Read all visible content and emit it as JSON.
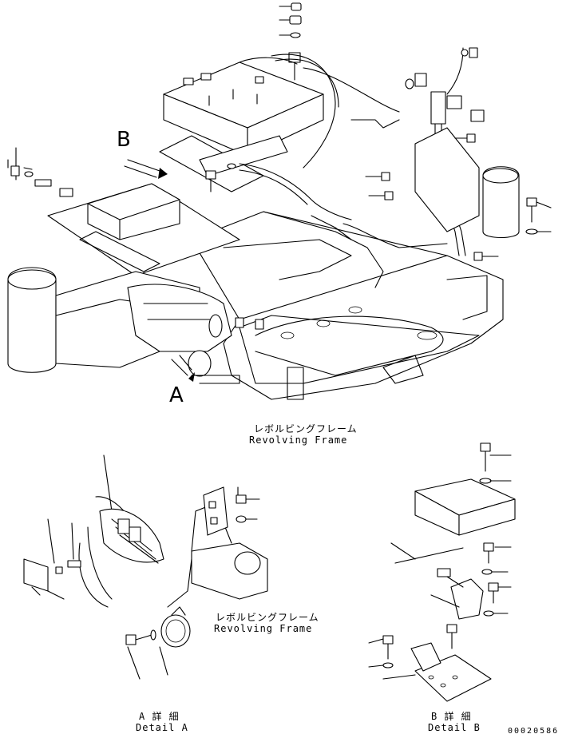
{
  "main_view": {
    "title_jp": "レボルビングフレーム",
    "title_en": "Revolving Frame",
    "view_marker_a": "A",
    "view_marker_b": "B"
  },
  "detail_a": {
    "frame_label_jp": "レボルビングフレーム",
    "frame_label_en": "Revolving Frame",
    "caption_jp": "A 詳 細",
    "caption_en": "Detail A"
  },
  "detail_b": {
    "caption_jp": "B 詳 細",
    "caption_en": "Detail B"
  },
  "document_number": "00020586"
}
